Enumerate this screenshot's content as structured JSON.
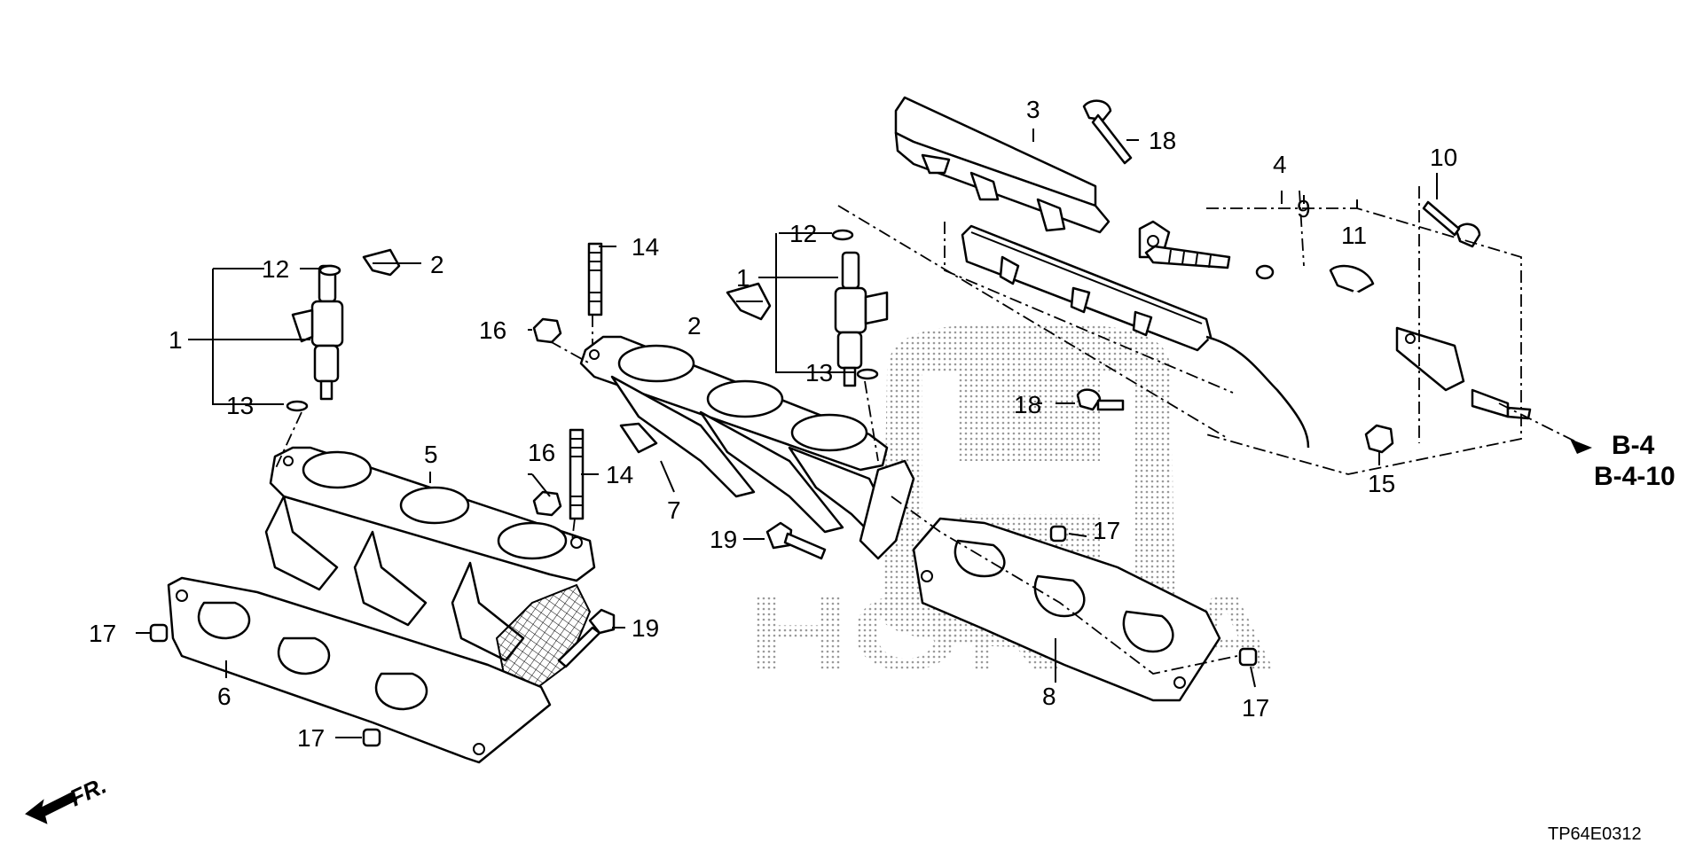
{
  "diagram": {
    "watermark": "HONDA",
    "catalog_code": "TP64E0312",
    "direction_label": "FR.",
    "reference_labels": [
      "B-4",
      "B-4-10"
    ],
    "callouts": {
      "c1a": "1",
      "c1b": "1",
      "c2a": "2",
      "c2b": "2",
      "c3": "3",
      "c4": "4",
      "c5": "5",
      "c6": "6",
      "c7": "7",
      "c8": "8",
      "c9": "9",
      "c10": "10",
      "c11": "11",
      "c12a": "12",
      "c12b": "12",
      "c13a": "13",
      "c13b": "13",
      "c14a": "14",
      "c14b": "14",
      "c15": "15",
      "c16a": "16",
      "c16b": "16",
      "c17a": "17",
      "c17b": "17",
      "c17c": "17",
      "c17d": "17",
      "c18a": "18",
      "c18b": "18",
      "c19a": "19",
      "c19b": "19"
    }
  }
}
